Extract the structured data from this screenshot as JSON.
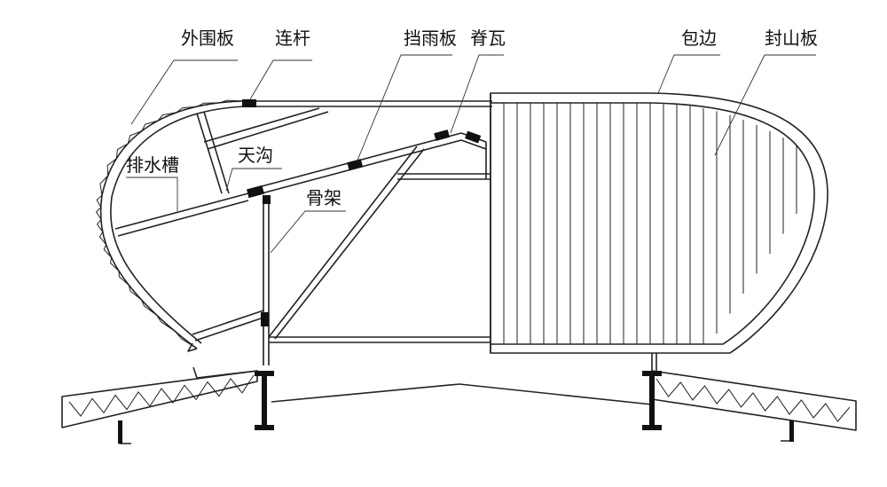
{
  "labels": {
    "outer_panel": "外围板",
    "tie_rod": "连杆",
    "rain_baffle": "挡雨板",
    "ridge_tile": "脊瓦",
    "flashing": "包边",
    "gable_panel": "封山板",
    "drain_channel": "排水槽",
    "gutter": "天沟",
    "frame": "骨架"
  },
  "colors": {
    "line": "#222222",
    "background": "#ffffff"
  }
}
